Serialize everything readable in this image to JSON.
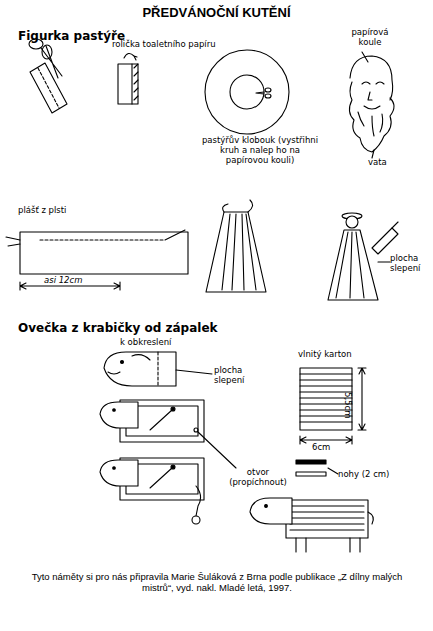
{
  "diagram": {
    "title": "PŘEDVÁNOČNÍ KUTĚNÍ",
    "caption": "Tyto náměty si pro nás připravila Marie Šuláková z Brna podle publikace „Z dílny malých mistrů“, vyd. nakl. Mladé letá, 1997.",
    "labels": [
      "Figurka pastýře",
      "rolička toaletního papíru",
      "papírová koule",
      "pastýřův klobouk (vystřihni kruh a nalep ho na papírovou kouli)",
      "vata",
      "plášť z plsti",
      "asi 12cm",
      "plocha slepení",
      "Ovečka z krabičky od zápalek",
      "k obkreslení",
      "plocha slepení",
      "vlnitý karton",
      "5,5cm",
      "6cm",
      "otvor (propíchnout)",
      "nohy (2 cm)"
    ]
  }
}
